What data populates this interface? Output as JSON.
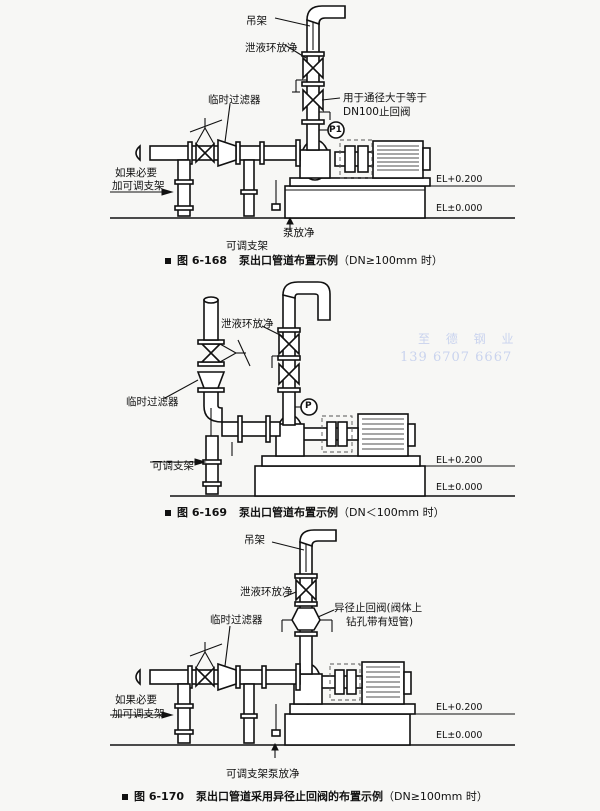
{
  "figures": [
    {
      "number": "图 6-168",
      "title": "泵出口管道布置示例",
      "note": "（DN≥100mm 时）",
      "labels": {
        "hanger": "吊架",
        "vent_drain": "泄液环放净",
        "check_valve_line1": "用于通径大于等于",
        "check_valve_line2": "DN100止回阀",
        "instrument": "P1",
        "strainer": "临时过滤器",
        "adj_support_left_1": "如果必要",
        "adj_support_left_2": "加可调支架",
        "adj_support_bottom": "可调支架",
        "pump_drain": "泵放净",
        "el_upper": "EL+0.200",
        "el_lower": "EL±0.000"
      }
    },
    {
      "number": "图 6-169",
      "title": "泵出口管道布置示例",
      "note": "（DN＜100mm 时）",
      "labels": {
        "vent_drain": "泄液环放净",
        "strainer": "临时过滤器",
        "instrument": "P",
        "adj_support": "可调支架",
        "el_upper": "EL+0.200",
        "el_lower": "EL±0.000"
      },
      "watermark": {
        "line1": "至 德 钢 业",
        "line2": "139 6707 6667"
      }
    },
    {
      "number": "图 6-170",
      "title": "泵出口管道采用异径止回阀的布置示例",
      "note": "（DN≥100mm 时）",
      "labels": {
        "hanger": "吊架",
        "vent_drain": "泄液环放净",
        "reducing_check_1": "异径止回阀(阀体上",
        "reducing_check_2": "钻孔带有短管)",
        "strainer": "临时过滤器",
        "adj_support_left_1": "如果必要",
        "adj_support_left_2": "加可调支架",
        "adj_support_bottom": "可调支架",
        "pump_drain": "泵放净",
        "el_upper": "EL+0.200",
        "el_lower": "EL±0.000"
      }
    }
  ]
}
